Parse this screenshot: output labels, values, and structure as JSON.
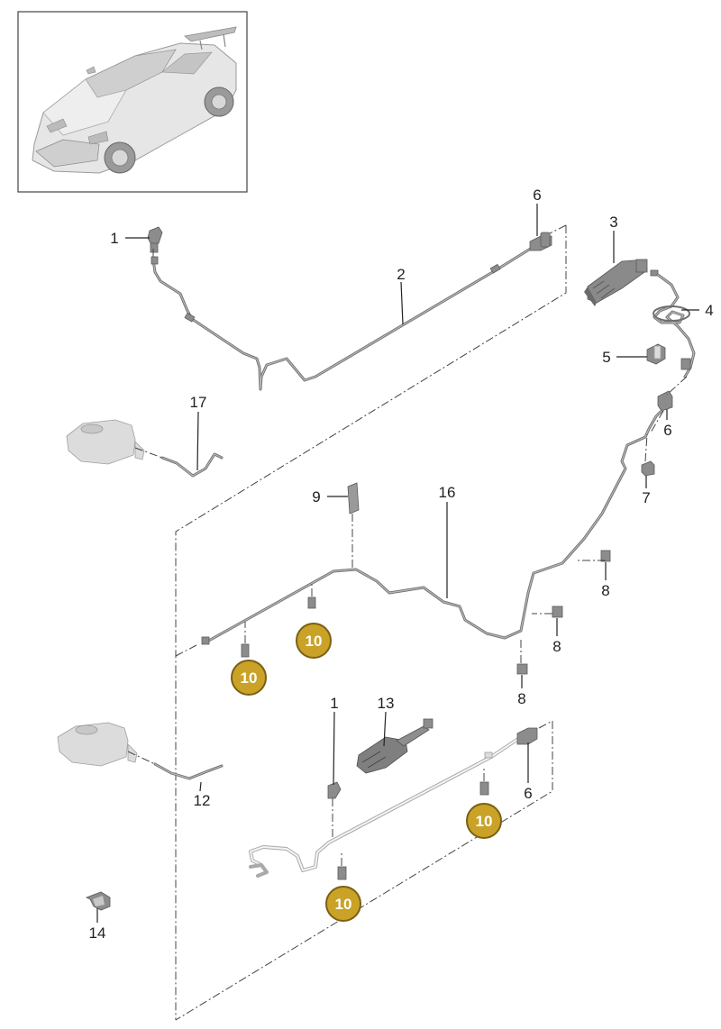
{
  "callouts": [
    {
      "id": "c1a",
      "text": "1"
    },
    {
      "id": "c2",
      "text": "2"
    },
    {
      "id": "c3",
      "text": "3"
    },
    {
      "id": "c4",
      "text": "4"
    },
    {
      "id": "c5",
      "text": "5"
    },
    {
      "id": "c6a",
      "text": "6"
    },
    {
      "id": "c6b",
      "text": "6"
    },
    {
      "id": "c7",
      "text": "7"
    },
    {
      "id": "c8a",
      "text": "8"
    },
    {
      "id": "c8b",
      "text": "8"
    },
    {
      "id": "c8c",
      "text": "8"
    },
    {
      "id": "c9",
      "text": "9"
    },
    {
      "id": "c16",
      "text": "16"
    },
    {
      "id": "c17",
      "text": "17"
    },
    {
      "id": "c1b",
      "text": "1"
    },
    {
      "id": "c13",
      "text": "13"
    },
    {
      "id": "c6c",
      "text": "6"
    },
    {
      "id": "c12",
      "text": "12"
    },
    {
      "id": "c14",
      "text": "14"
    }
  ],
  "badges": [
    {
      "id": "b1",
      "text": "10"
    },
    {
      "id": "b2",
      "text": "10"
    },
    {
      "id": "b3",
      "text": "10"
    },
    {
      "id": "b4",
      "text": "10"
    }
  ],
  "colors": {
    "badge_fill": "#c9a227",
    "badge_stroke": "#7a6012",
    "line": "#222222",
    "pipe": "#6f6f6f"
  }
}
